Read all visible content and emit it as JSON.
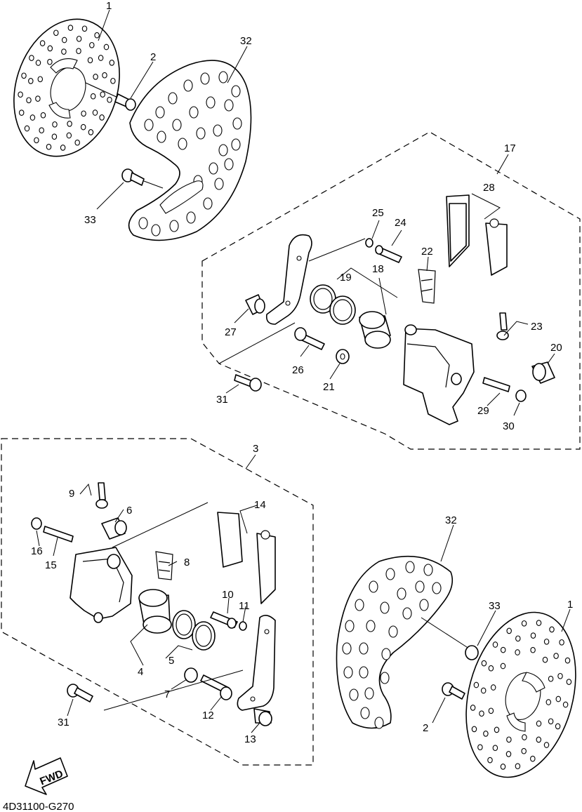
{
  "diagram_code": "4D31100-G270",
  "fwd_label": "FWD",
  "callouts": {
    "c1_top": "1",
    "c2_top": "2",
    "c32_top": "32",
    "c33_top": "33",
    "c17": "17",
    "c28": "28",
    "c25": "25",
    "c24": "24",
    "c22": "22",
    "c19": "19",
    "c18": "18",
    "c27": "27",
    "c26": "26",
    "c21": "21",
    "c23": "23",
    "c20": "20",
    "c31_top": "31",
    "c29": "29",
    "c30": "30",
    "c3": "3",
    "c9": "9",
    "c6": "6",
    "c14": "14",
    "c16": "16",
    "c15": "15",
    "c8": "8",
    "c10": "10",
    "c11": "11",
    "c5": "5",
    "c4": "4",
    "c7": "7",
    "c12": "12",
    "c13": "13",
    "c31_bot": "31",
    "c32_bot": "32",
    "c33_bot": "33",
    "c1_bot": "1",
    "c2_bot": "2"
  }
}
